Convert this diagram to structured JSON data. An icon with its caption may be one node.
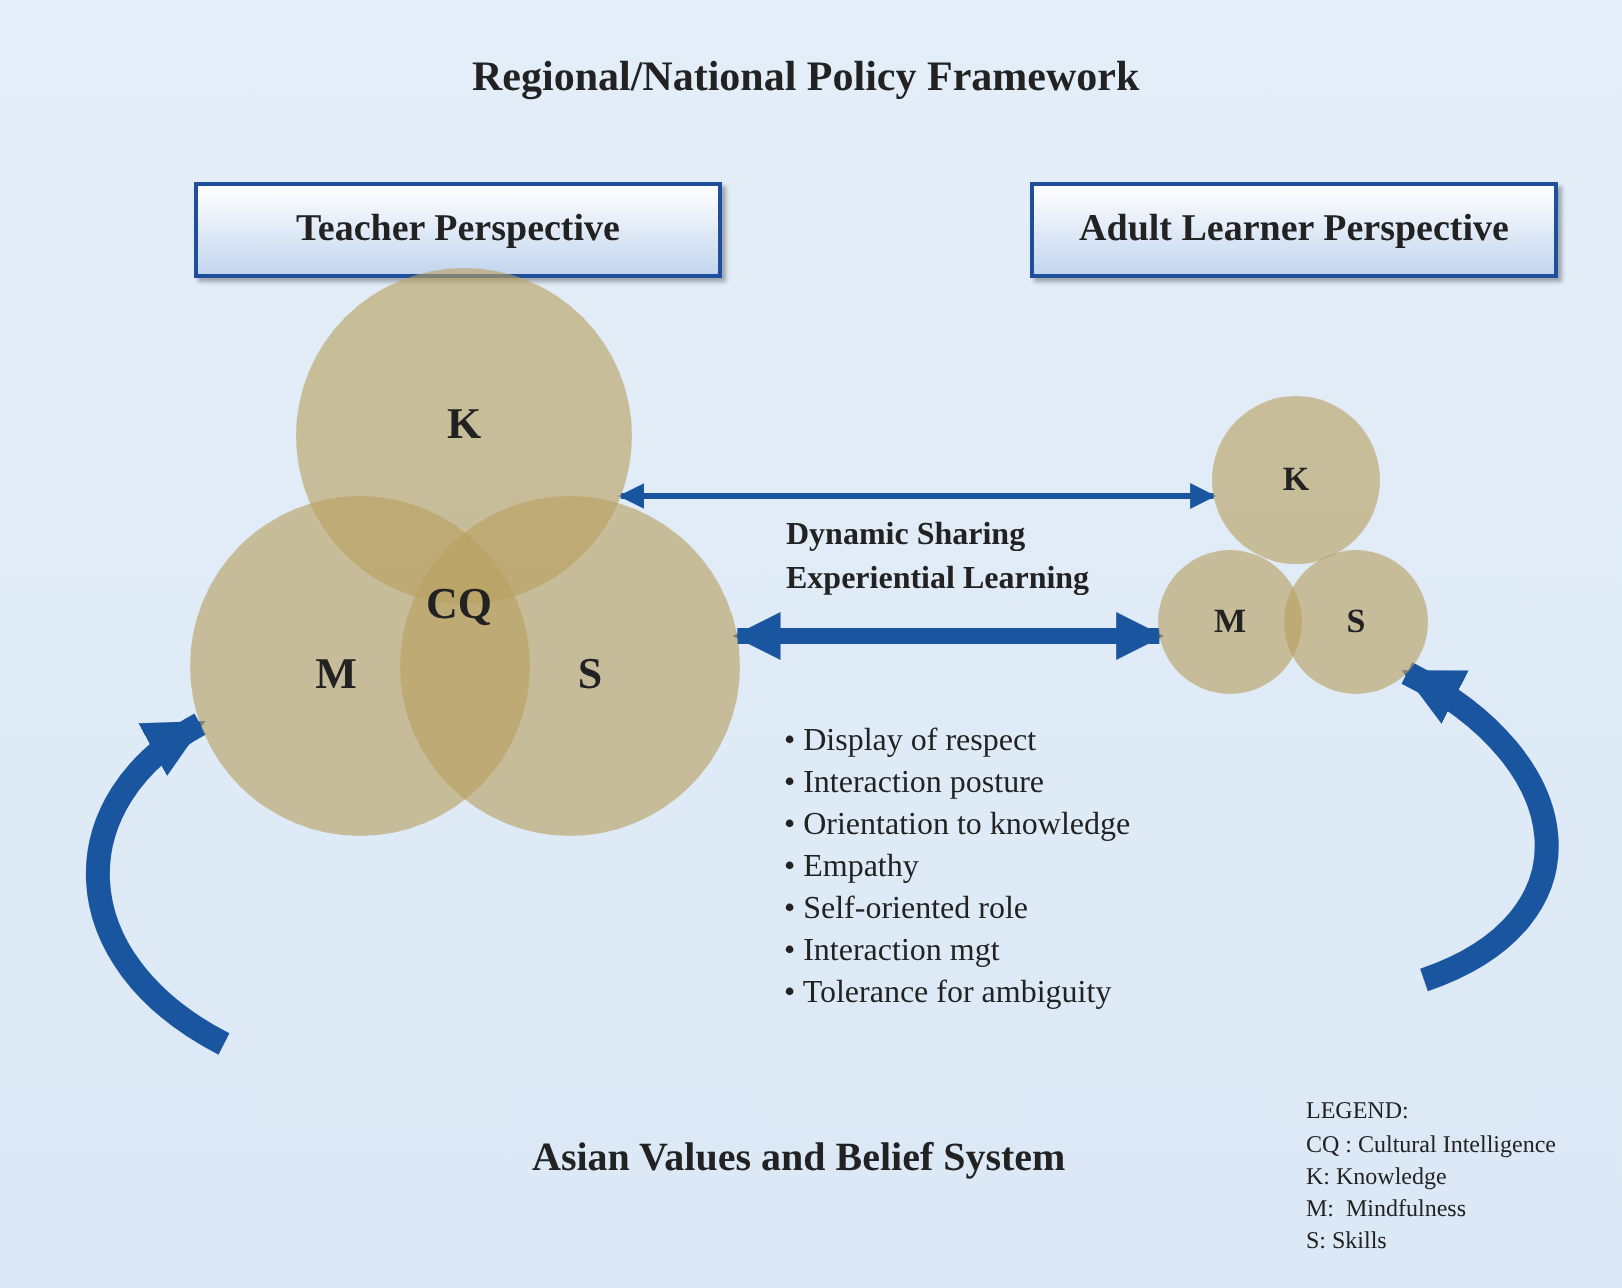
{
  "diagram": {
    "title": "Regional/National Policy Framework",
    "nodes": [
      {
        "text": [
          "Teacher Perspective"
        ]
      },
      {
        "text": [
          "Adult Learner Perspective"
        ]
      },
      {
        "text": [
          "K"
        ]
      },
      {
        "text": [
          "M"
        ]
      },
      {
        "text": [
          "S"
        ]
      },
      {
        "text": [
          "K"
        ]
      },
      {
        "text": [
          "M"
        ]
      },
      {
        "text": [
          "S"
        ]
      }
    ],
    "edges": [
      {
        "from": 2,
        "to": 5,
        "arrow": "both"
      },
      {
        "from": 4,
        "to": 6,
        "arrow": "both"
      },
      {
        "from": null,
        "to": 3,
        "arrow": "to"
      },
      {
        "from": null,
        "to": 7,
        "arrow": "to"
      }
    ],
    "labels": [
      "CQ",
      "Dynamic Sharing",
      "Experiential Learning",
      "• Display of respect",
      "• Interaction posture",
      "• Orientation to knowledge",
      "• Empathy",
      "• Self-oriented role",
      "• Interaction mgt",
      "• Tolerance for ambiguity",
      "Asian Values and Belief System",
      "LEGEND:",
      "CQ : Cultural Intelligence",
      "K: Knowledge",
      "M:  Mindfulness",
      "S: Skills"
    ]
  }
}
